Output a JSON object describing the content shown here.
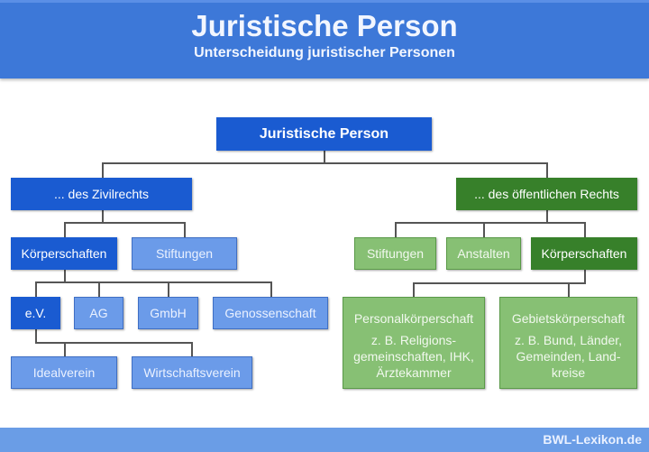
{
  "header": {
    "title": "Juristische Person",
    "subtitle": "Unterscheidung juristischer Personen"
  },
  "diagram": {
    "root": "Juristische Person",
    "private_law": {
      "label": "... des Zivilrechts",
      "children": {
        "koerperschaften": "Körperschaften",
        "stiftungen": "Stiftungen"
      },
      "koerperschaften_children": [
        "e.V.",
        "AG",
        "GmbH",
        "Genossenschaft"
      ],
      "ev_children": [
        "Idealverein",
        "Wirtschaftsverein"
      ]
    },
    "public_law": {
      "label": "... des öffentlichen Rechts",
      "children": {
        "stiftungen": "Stiftungen",
        "anstalten": "Anstalten",
        "koerperschaften": "Körperschaften"
      },
      "koerperschaften_children": [
        {
          "title": "Personalkörperschaft",
          "lines": [
            "z. B. Religions-",
            "gemeinschaften, IHK,",
            "Ärztekammer"
          ]
        },
        {
          "title": "Gebietskörperschaft",
          "lines": [
            "z. B. Bund, Länder,",
            "Gemeinden, Land-",
            "kreise"
          ]
        }
      ]
    }
  },
  "colors": {
    "header_blue": "#3d78d8",
    "dark_blue": "#1a5bd1",
    "light_blue": "#6b9be9",
    "dark_green": "#37802a",
    "light_green": "#87c074",
    "footer_blue": "#6a9de6"
  },
  "footer": {
    "brand": "BWL-Lexikon.de"
  }
}
